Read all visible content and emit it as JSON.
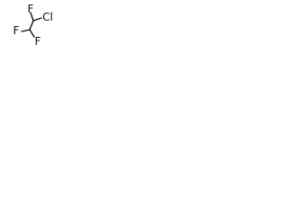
{
  "molecule": {
    "atoms": {
      "f_top": "F",
      "cl": "Cl",
      "f_left": "F",
      "f_right": "F"
    },
    "colors": {
      "line": "#111111",
      "background": "#ffffff"
    }
  }
}
